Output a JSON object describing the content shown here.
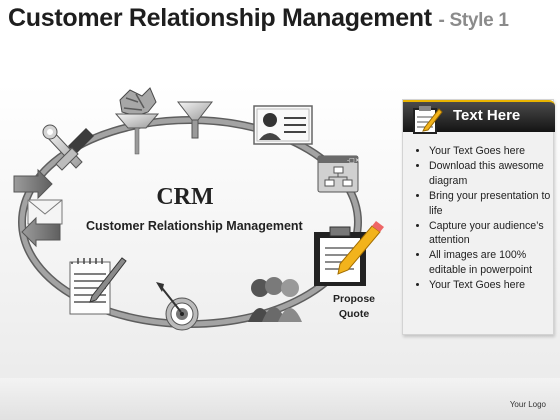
{
  "title": {
    "main": "Customer Relationship Management",
    "suffix": "- Style 1"
  },
  "center": {
    "heading": "CRM",
    "subtitle": "Customer Relationship Management"
  },
  "cycle_icons": [
    "tools-icon",
    "money-icon",
    "funnel-icon",
    "id-card-icon",
    "window-icon",
    "clipboard-pencil-icon",
    "people-icon",
    "target-dart-icon",
    "notepad-pencil-icon",
    "arrows-envelope-icon"
  ],
  "propose_label": {
    "line1": "Propose",
    "line2": "Quote"
  },
  "panel": {
    "title": "Text Here",
    "bullets": [
      "Your Text Goes here",
      "Download this awesome diagram",
      "Bring your presentation to life",
      "Capture your audience’s attention",
      "All images are 100% editable in powerpoint",
      "Your Text Goes here"
    ]
  },
  "footer": {
    "logo": "Your Logo"
  },
  "colors": {
    "ring": "#8c8c8c",
    "panel_accent": "#e9b400",
    "header_bg": "#1a1a1a"
  }
}
